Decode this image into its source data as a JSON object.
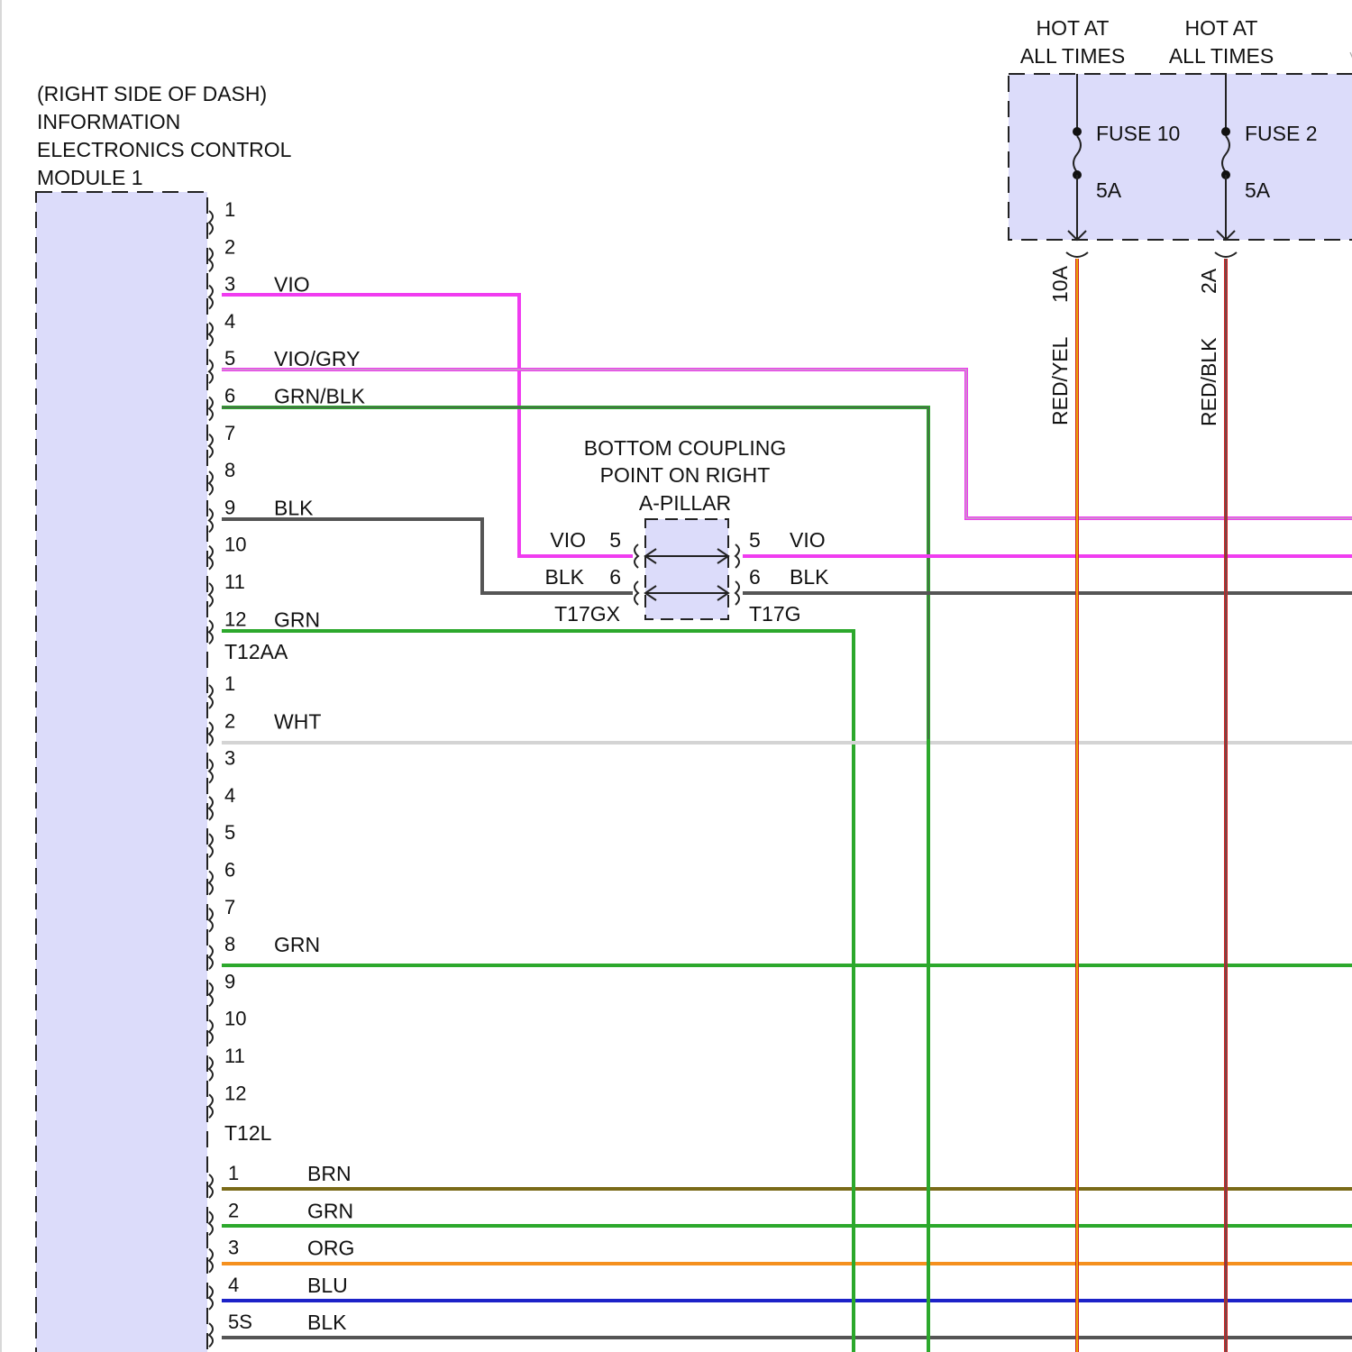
{
  "module": {
    "title_lines": [
      "(RIGHT SIDE OF DASH)",
      "INFORMATION",
      "ELECTRONICS CONTROL",
      "MODULE 1"
    ]
  },
  "connectors": {
    "t12aa": "T12AA",
    "t12l": "T12L",
    "t17gx": "T17GX",
    "t17g": "T17G"
  },
  "t12aa_pins": [
    {
      "pin": "1",
      "wire": ""
    },
    {
      "pin": "2",
      "wire": ""
    },
    {
      "pin": "3",
      "wire": "VIO"
    },
    {
      "pin": "4",
      "wire": ""
    },
    {
      "pin": "5",
      "wire": "VIO/GRY"
    },
    {
      "pin": "6",
      "wire": "GRN/BLK"
    },
    {
      "pin": "7",
      "wire": ""
    },
    {
      "pin": "8",
      "wire": ""
    },
    {
      "pin": "9",
      "wire": "BLK"
    },
    {
      "pin": "10",
      "wire": ""
    },
    {
      "pin": "11",
      "wire": ""
    },
    {
      "pin": "12",
      "wire": "GRN"
    }
  ],
  "t12l_pins": [
    {
      "pin": "1",
      "wire": ""
    },
    {
      "pin": "2",
      "wire": "WHT"
    },
    {
      "pin": "3",
      "wire": ""
    },
    {
      "pin": "4",
      "wire": ""
    },
    {
      "pin": "5",
      "wire": ""
    },
    {
      "pin": "6",
      "wire": ""
    },
    {
      "pin": "7",
      "wire": ""
    },
    {
      "pin": "8",
      "wire": "GRN"
    },
    {
      "pin": "9",
      "wire": ""
    },
    {
      "pin": "10",
      "wire": ""
    },
    {
      "pin": "11",
      "wire": ""
    },
    {
      "pin": "12",
      "wire": ""
    }
  ],
  "bottom_pins": [
    {
      "pin": "1",
      "wire": "BRN"
    },
    {
      "pin": "2",
      "wire": "GRN"
    },
    {
      "pin": "3",
      "wire": "ORG"
    },
    {
      "pin": "4",
      "wire": "BLU"
    },
    {
      "pin": "5S",
      "wire": "BLK"
    }
  ],
  "coupling": {
    "title_lines": [
      "BOTTOM COUPLING",
      "POINT ON RIGHT",
      "A-PILLAR"
    ],
    "left": [
      {
        "wire": "VIO",
        "pin": "5"
      },
      {
        "wire": "BLK",
        "pin": "6"
      }
    ],
    "right": [
      {
        "pin": "5",
        "wire": "VIO"
      },
      {
        "pin": "6",
        "wire": "BLK"
      }
    ]
  },
  "fuses": [
    {
      "hot_lines": [
        "HOT AT",
        "ALL TIMES"
      ],
      "name": "FUSE 10",
      "rating": "5A",
      "terminal": "10A",
      "wire": "RED/YEL"
    },
    {
      "hot_lines": [
        "HOT AT",
        "ALL TIMES"
      ],
      "name": "FUSE 2",
      "rating": "5A",
      "terminal": "2A",
      "wire": "RED/BLK"
    }
  ],
  "colors": {
    "module_fill": "#dcdcfa",
    "VIO": "#f03cf0",
    "GRN": "#2ca82c",
    "GRN_BLK": "#2ca82c",
    "BLK": "#555555",
    "WHT": "#d4d4d4",
    "BRN": "#7a6a18",
    "ORG": "#f5901e",
    "BLU": "#1c22c8",
    "RED": "#d42020",
    "YEL": "#f0d000"
  }
}
